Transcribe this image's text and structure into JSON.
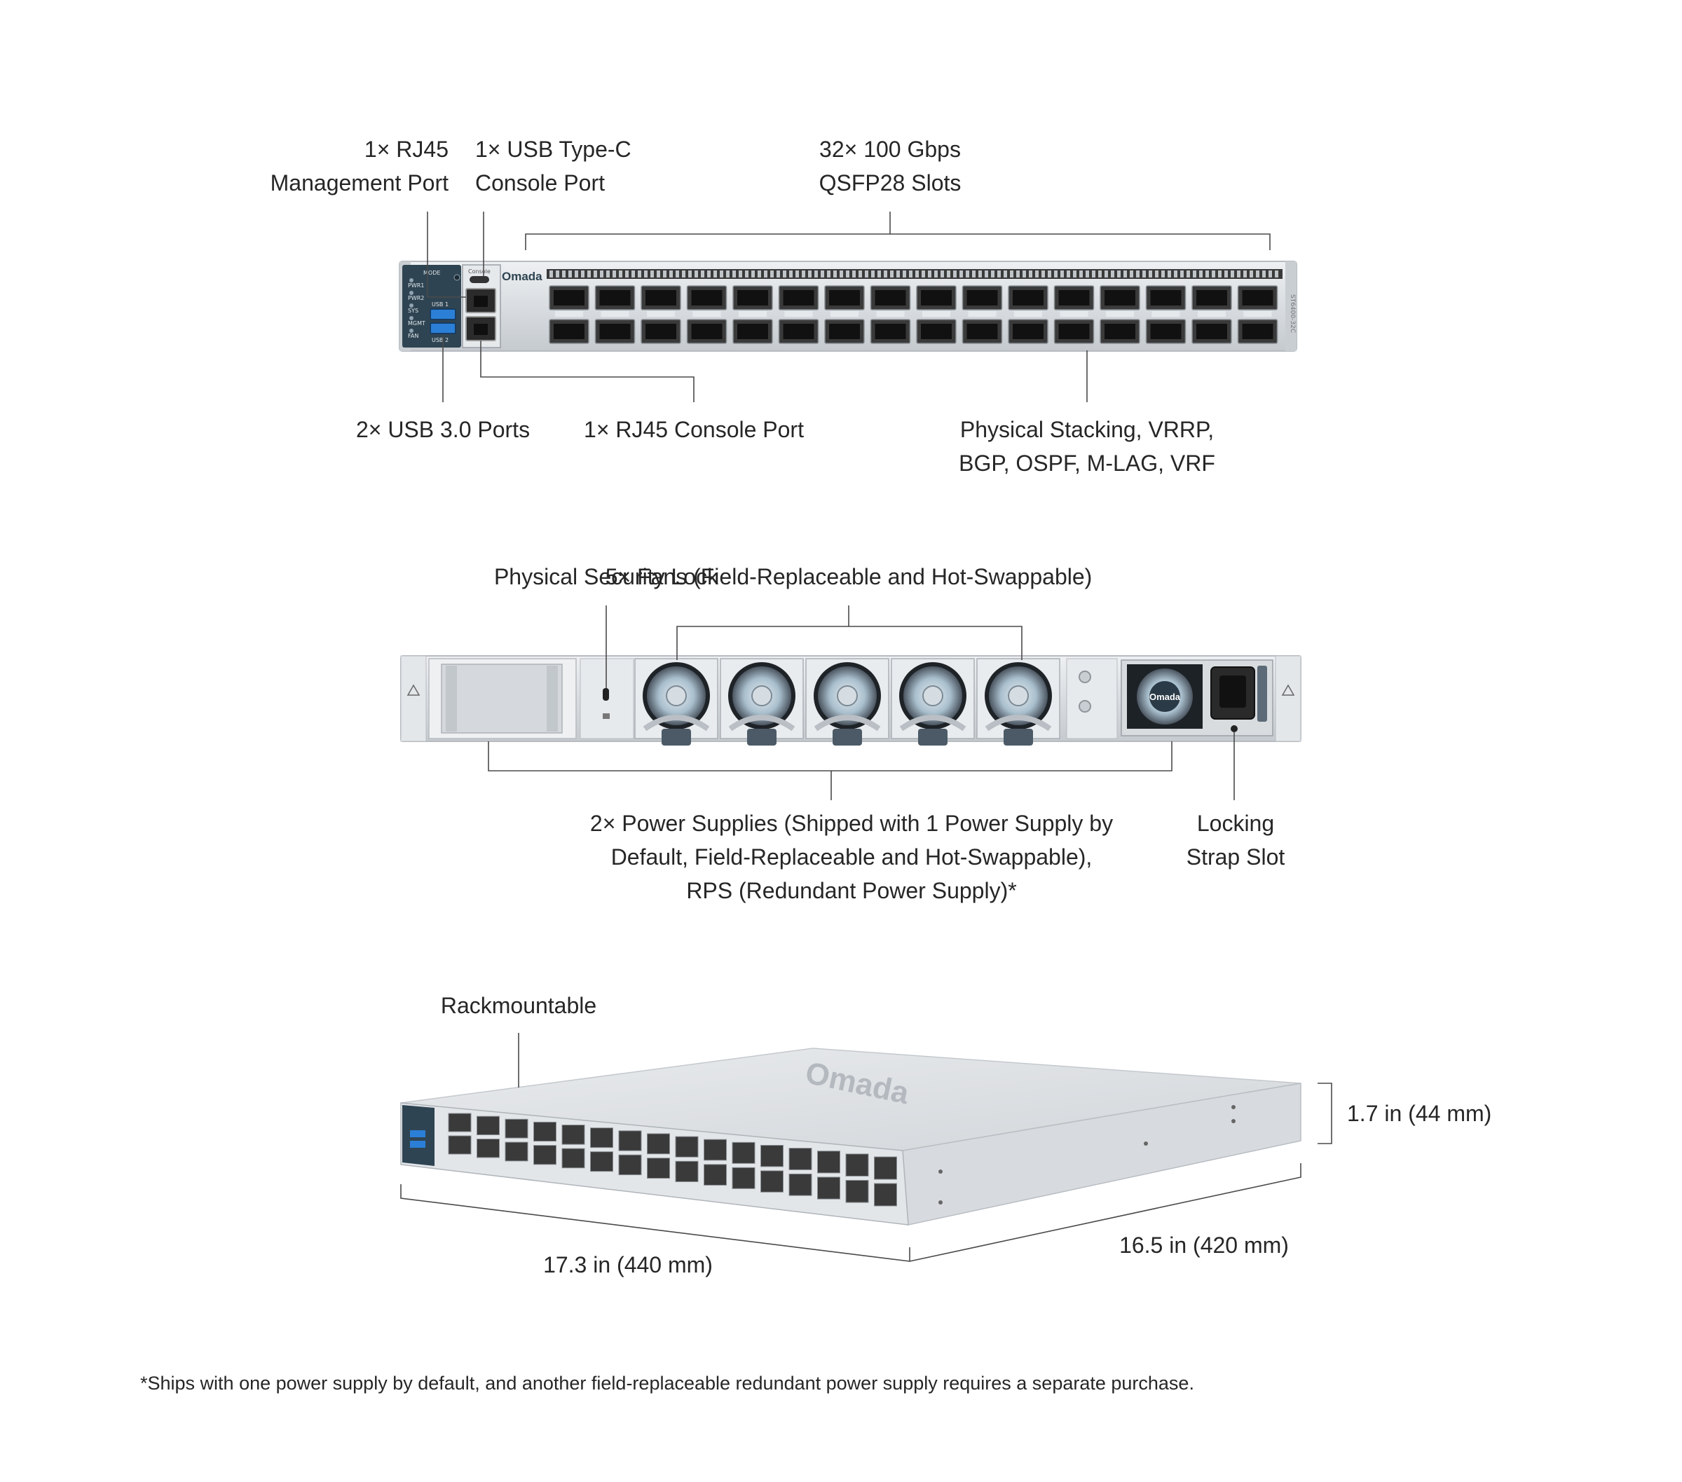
{
  "front": {
    "rj45_mgmt": [
      "1× RJ45",
      "Management Port"
    ],
    "usbc_console": [
      "1× USB Type-C",
      "Console Port"
    ],
    "qsfp": [
      "32× 100 Gbps",
      "QSFP28 Slots"
    ],
    "usb30": "2× USB 3.0 Ports",
    "rj45_console": "1× RJ45 Console Port",
    "stacking": [
      "Physical Stacking, VRRP,",
      "BGP, OSPF, M-LAG, VRF"
    ],
    "brand": "Omada",
    "panel_mode": "MODE",
    "panel_console": "Console",
    "led_labels": [
      "PWR1",
      "PWR2",
      "SYS",
      "MGMT",
      "FAN"
    ],
    "usb_labels": [
      "USB 1",
      "USB 2"
    ]
  },
  "rear": {
    "security_lock": "Physical Security Lock",
    "fans": "5× Fans (Field-Replaceable and Hot-Swappable)",
    "power": [
      "2× Power Supplies (Shipped with 1 Power Supply by",
      "Default, Field-Replaceable and Hot-Swappable),",
      "RPS (Redundant Power Supply)*"
    ],
    "strap": [
      "Locking",
      "Strap Slot"
    ],
    "psu_brand": "Omada"
  },
  "dimensions": {
    "rackmount": "Rackmountable",
    "height": "1.7 in (44 mm)",
    "width": "17.3 in (440 mm)",
    "depth": "16.5  in (420 mm)",
    "top_brand": "Omada"
  },
  "footnote": "*Ships with one power supply by default, and another field-replaceable redundant power supply requires a separate purchase.",
  "colors": {
    "chassis": "#dcdfe2",
    "chassis_edge": "#b7bcc1",
    "panel": "#2f4452",
    "port": "#3a3a3a",
    "usb": "#2b7fd6",
    "fan_blade": "#9bb3c3",
    "tab": "#4b5a66"
  }
}
